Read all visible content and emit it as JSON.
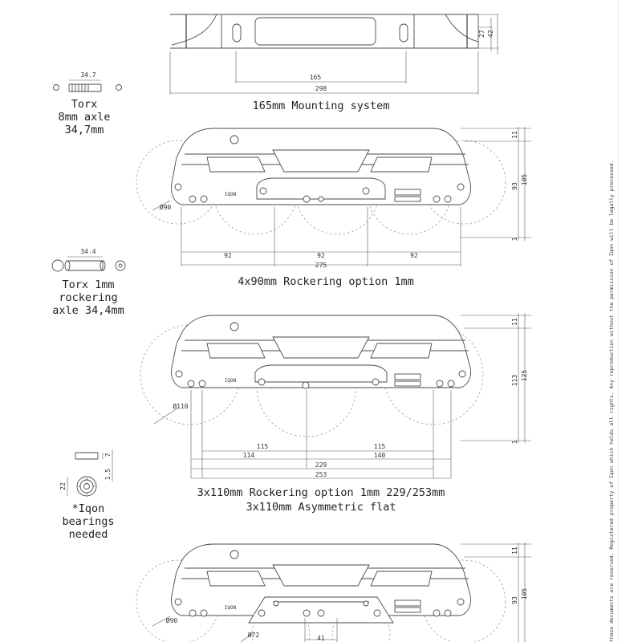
{
  "captions": {
    "mounting": "165mm Mounting system",
    "rocker90": "4x90mm Rockering option 1mm",
    "rocker110_line1": "3x110mm Rockering option 1mm 229/253mm",
    "rocker110_line2": "3x110mm Asymmetric flat"
  },
  "parts": {
    "torx_axle": {
      "dim": "34.7",
      "lines": [
        "Torx",
        "8mm axle",
        "34,7mm"
      ]
    },
    "rockering_axle": {
      "dim": "34.4",
      "lines": [
        "Torx 1mm",
        "rockering",
        "axle 34,4mm"
      ]
    },
    "bearings": {
      "dims": [
        "1.5",
        "7",
        "22"
      ],
      "lines": [
        "*Iqon",
        "bearings",
        "needed"
      ]
    }
  },
  "dimensions": {
    "mount": {
      "width_small": "165",
      "width_total": "298",
      "h1": "27",
      "h2": "42"
    },
    "frame90": {
      "wheel": "Ø90",
      "gap": "11",
      "h1": "93",
      "h2": "105",
      "offset": "1",
      "spacing": [
        "92",
        "92",
        "92"
      ],
      "total": "275"
    },
    "frame110": {
      "wheel": "Ø110",
      "gap": "11",
      "h1": "113",
      "h2": "125",
      "offset": "1",
      "spacing_top": [
        "115",
        "115"
      ],
      "spacing_bottom": [
        "114",
        "140"
      ],
      "total_a": "229",
      "total_b": "253"
    },
    "frame_bottom": {
      "wheel": "Ø90",
      "small_wheel": "Ø72",
      "gap": "11",
      "h1": "93",
      "h2": "105",
      "spacing": "41"
    }
  },
  "frame_logo": "IQON",
  "side_note": "these documents are reserved. Registered property of Iqon which holds all rights. Any reproduction without the permission of Iqon will be legally processed."
}
